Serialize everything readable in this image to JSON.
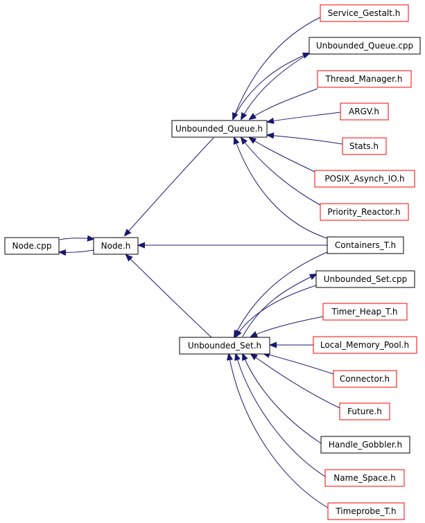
{
  "colors": {
    "edge": "#191970",
    "border_normal": "#000000",
    "border_truncated": "#ff0000",
    "fill_highlight": "#bfbfbf",
    "fill_normal": "#ffffff"
  },
  "nodes": {
    "node_cpp": {
      "label": "Node.cpp",
      "style": "highlight"
    },
    "node_h": {
      "label": "Node.h",
      "style": "normal"
    },
    "unbounded_queue_h": {
      "label": "Unbounded_Queue.h",
      "style": "normal"
    },
    "unbounded_set_h": {
      "label": "Unbounded_Set.h",
      "style": "normal"
    },
    "service_gestalt_h": {
      "label": "Service_Gestalt.h",
      "style": "truncated"
    },
    "unbounded_queue_cpp": {
      "label": "Unbounded_Queue.cpp",
      "style": "normal"
    },
    "thread_manager_h": {
      "label": "Thread_Manager.h",
      "style": "truncated"
    },
    "argv_h": {
      "label": "ARGV.h",
      "style": "truncated"
    },
    "stats_h": {
      "label": "Stats.h",
      "style": "truncated"
    },
    "posix_asynch_io_h": {
      "label": "POSIX_Asynch_IO.h",
      "style": "truncated"
    },
    "priority_reactor_h": {
      "label": "Priority_Reactor.h",
      "style": "truncated"
    },
    "containers_t_h": {
      "label": "Containers_T.h",
      "style": "normal"
    },
    "unbounded_set_cpp": {
      "label": "Unbounded_Set.cpp",
      "style": "normal"
    },
    "timer_heap_t_h": {
      "label": "Timer_Heap_T.h",
      "style": "truncated"
    },
    "local_memory_pool_h": {
      "label": "Local_Memory_Pool.h",
      "style": "truncated"
    },
    "connector_h": {
      "label": "Connector.h",
      "style": "truncated"
    },
    "future_h": {
      "label": "Future.h",
      "style": "truncated"
    },
    "handle_gobbler_h": {
      "label": "Handle_Gobbler.h",
      "style": "normal"
    },
    "name_space_h": {
      "label": "Name_Space.h",
      "style": "truncated"
    },
    "timeprobe_t_h": {
      "label": "Timeprobe_T.h",
      "style": "truncated"
    }
  },
  "edges": [
    {
      "from": "node_cpp",
      "to": "node_h"
    },
    {
      "from": "node_h",
      "to": "node_cpp"
    },
    {
      "from": "unbounded_queue_h",
      "to": "node_h"
    },
    {
      "from": "containers_t_h",
      "to": "node_h"
    },
    {
      "from": "unbounded_set_h",
      "to": "node_h"
    },
    {
      "from": "service_gestalt_h",
      "to": "unbounded_queue_h"
    },
    {
      "from": "unbounded_queue_cpp",
      "to": "unbounded_queue_h"
    },
    {
      "from": "unbounded_queue_h",
      "to": "unbounded_queue_cpp"
    },
    {
      "from": "thread_manager_h",
      "to": "unbounded_queue_h"
    },
    {
      "from": "argv_h",
      "to": "unbounded_queue_h"
    },
    {
      "from": "stats_h",
      "to": "unbounded_queue_h"
    },
    {
      "from": "posix_asynch_io_h",
      "to": "unbounded_queue_h"
    },
    {
      "from": "priority_reactor_h",
      "to": "unbounded_queue_h"
    },
    {
      "from": "containers_t_h",
      "to": "unbounded_queue_h"
    },
    {
      "from": "unbounded_set_cpp",
      "to": "unbounded_set_h"
    },
    {
      "from": "unbounded_set_h",
      "to": "unbounded_set_cpp"
    },
    {
      "from": "timer_heap_t_h",
      "to": "unbounded_set_h"
    },
    {
      "from": "local_memory_pool_h",
      "to": "unbounded_set_h"
    },
    {
      "from": "connector_h",
      "to": "unbounded_set_h"
    },
    {
      "from": "future_h",
      "to": "unbounded_set_h"
    },
    {
      "from": "handle_gobbler_h",
      "to": "unbounded_set_h"
    },
    {
      "from": "name_space_h",
      "to": "unbounded_set_h"
    },
    {
      "from": "timeprobe_t_h",
      "to": "unbounded_set_h"
    },
    {
      "from": "containers_t_h",
      "to": "unbounded_set_h"
    }
  ]
}
